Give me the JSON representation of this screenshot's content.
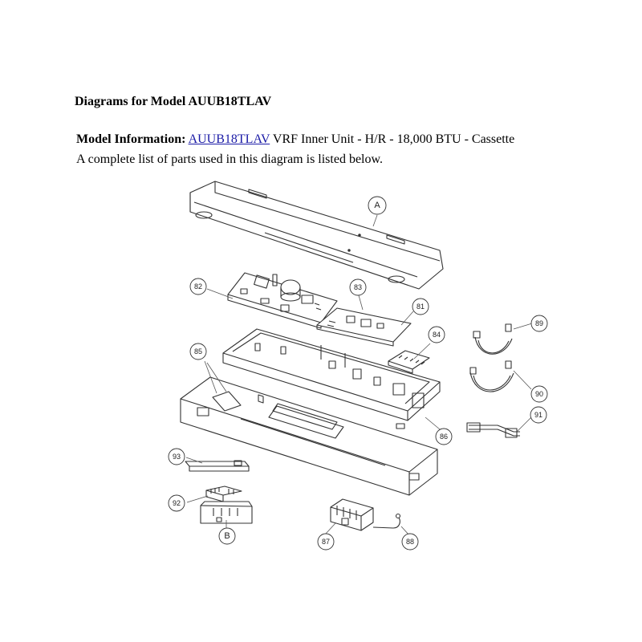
{
  "header": {
    "title": "Diagrams for Model AUUB18TLAV",
    "info_label": "Model Information:",
    "model_link": "AUUB18TLAV",
    "description": "VRF Inner Unit - H/R - 18,000 BTU - Cassette",
    "subtext": "A complete list of parts used in this diagram is listed below."
  },
  "diagram": {
    "callouts": {
      "A": "A",
      "B": "B",
      "p81": "81",
      "p82": "82",
      "p83": "83",
      "p84": "84",
      "p85": "85",
      "p86": "86",
      "p87": "87",
      "p88": "88",
      "p89": "89",
      "p90": "90",
      "p91": "91",
      "p92": "92",
      "p93": "93"
    }
  }
}
